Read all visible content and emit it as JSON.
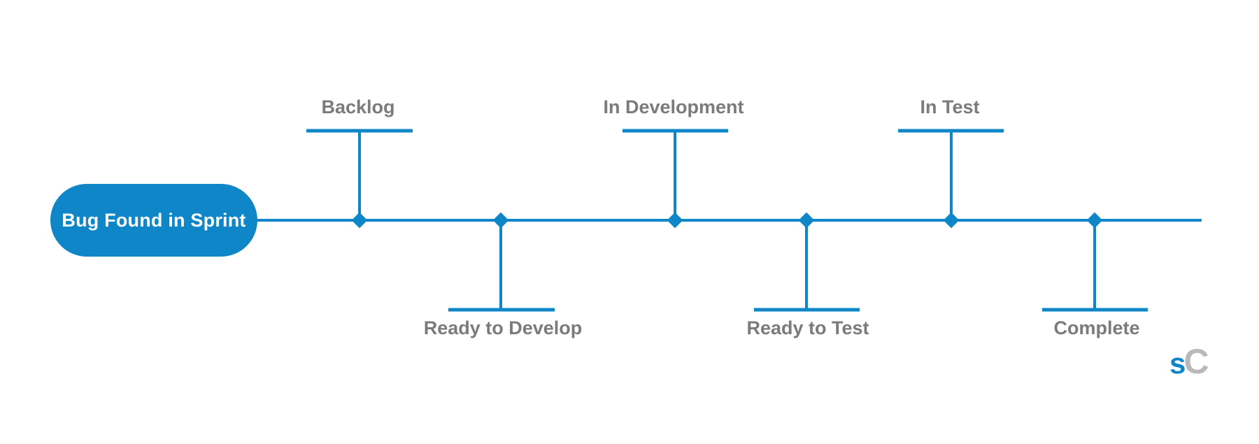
{
  "start_node": {
    "label": "Bug Found in Sprint"
  },
  "stages": [
    {
      "id": "backlog",
      "label": "Backlog",
      "position": "above"
    },
    {
      "id": "ready-to-develop",
      "label": "Ready to Develop",
      "position": "below"
    },
    {
      "id": "in-development",
      "label": "In Development",
      "position": "above"
    },
    {
      "id": "ready-to-test",
      "label": "Ready to Test",
      "position": "below"
    },
    {
      "id": "in-test",
      "label": "In Test",
      "position": "above"
    },
    {
      "id": "complete",
      "label": "Complete",
      "position": "below"
    }
  ],
  "logo": {
    "mark_s": "s",
    "mark_c": "C"
  },
  "colors": {
    "accent": "#0e86c8",
    "label_text": "#7b7b7b",
    "logo_secondary": "#b9b9b9",
    "background": "#ffffff"
  }
}
